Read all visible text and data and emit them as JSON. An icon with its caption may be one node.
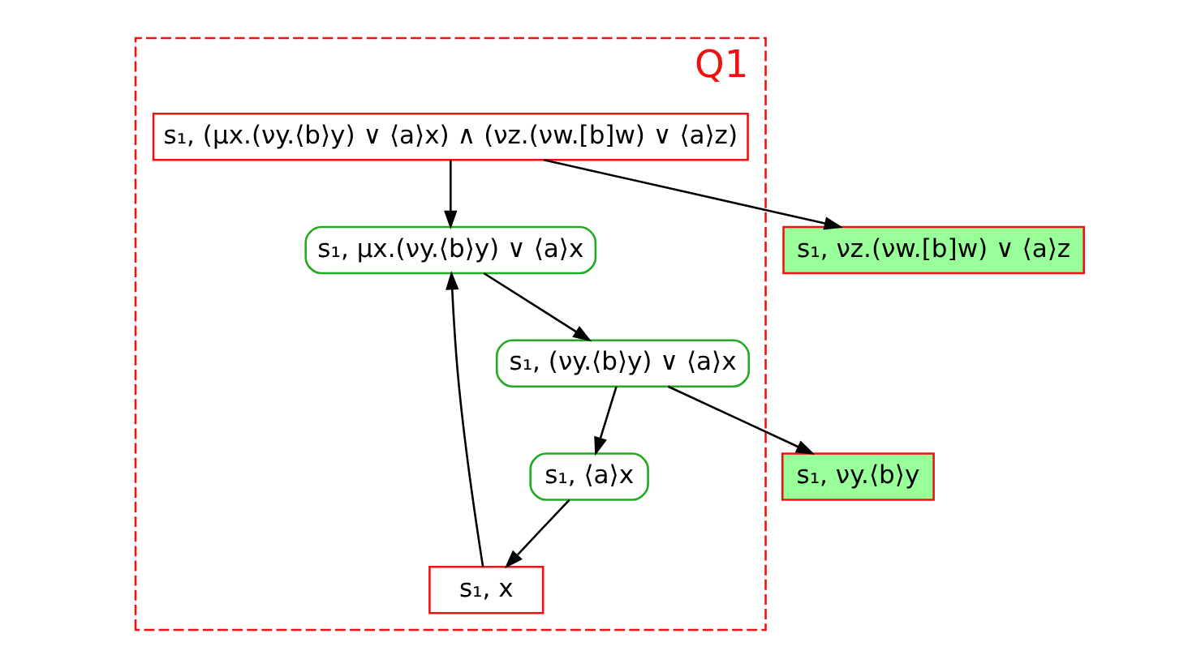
{
  "diagram": {
    "nodes": [
      {
        "text": [
          "Q1"
        ]
      },
      {
        "text": [
          "s₁, (μx.(νy.⟨b⟩y) ∨ ⟨a⟩x) ∧ (νz.(νw.[b]w) ∨ ⟨a⟩z)"
        ],
        "in": 0
      },
      {
        "text": [
          "s₁, μx.(νy.⟨b⟩y) ∨ ⟨a⟩x"
        ],
        "in": 0
      },
      {
        "text": [
          "s₁, νz.(νw.[b]w) ∨ ⟨a⟩z"
        ]
      },
      {
        "text": [
          "s₁, (νy.⟨b⟩y) ∨ ⟨a⟩x"
        ],
        "in": 0
      },
      {
        "text": [
          "s₁, νy.⟨b⟩y"
        ]
      },
      {
        "text": [
          "s₁, ⟨a⟩x"
        ],
        "in": 0
      },
      {
        "text": [
          "s₁, x"
        ],
        "in": 0
      }
    ],
    "edges": [
      {
        "from": 1,
        "to": 2,
        "arrow": "to"
      },
      {
        "from": 1,
        "to": 3,
        "arrow": "to"
      },
      {
        "from": 2,
        "to": 4,
        "arrow": "to"
      },
      {
        "from": 4,
        "to": 5,
        "arrow": "to"
      },
      {
        "from": 4,
        "to": 6,
        "arrow": "to"
      },
      {
        "from": 6,
        "to": 7,
        "arrow": "to"
      },
      {
        "from": 7,
        "to": 2,
        "arrow": "to"
      }
    ]
  }
}
